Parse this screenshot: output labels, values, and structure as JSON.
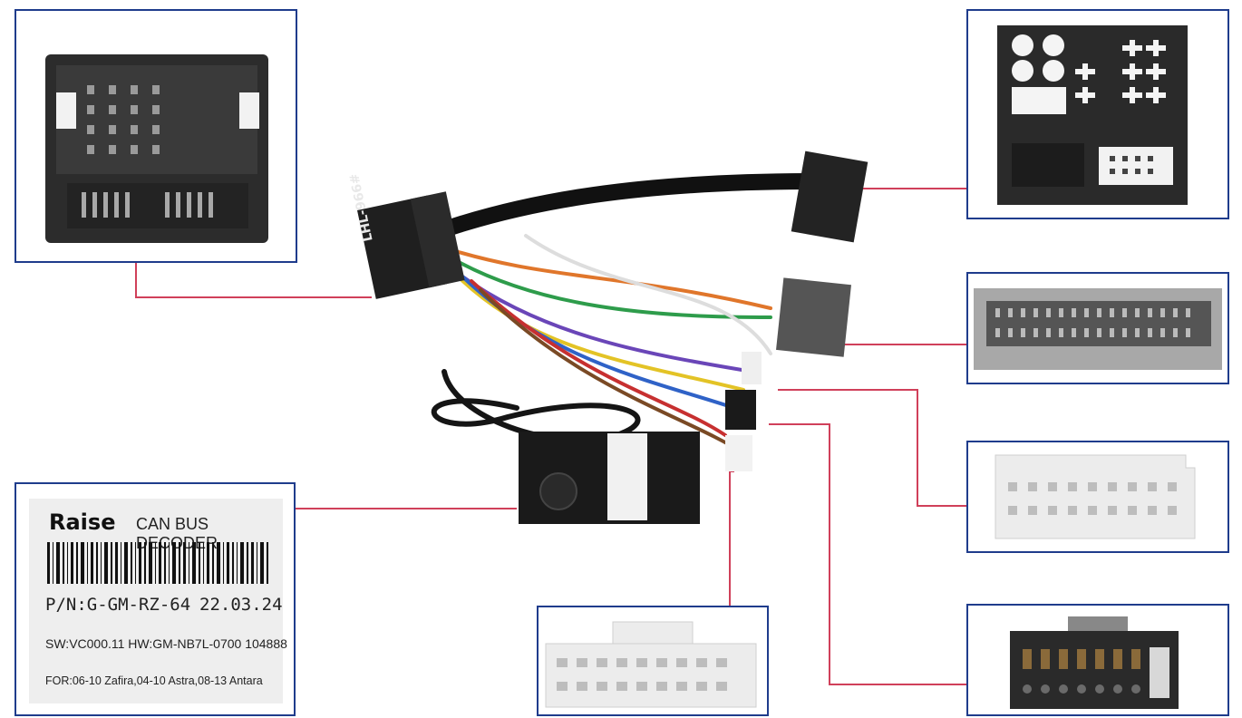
{
  "colors": {
    "panel_border": "#1f3c8c",
    "leader_line": "#d0405a",
    "connector_black": "#2b2b2b",
    "connector_grey": "#8f8f8f",
    "connector_white": "#f1f1f1"
  },
  "label": {
    "brand": "Raise",
    "product": "CAN BUS DECODER",
    "part_number": "P/N:G-GM-RZ-64",
    "date": "22.03.24",
    "versions": "SW:VC000.11 HW:GM-NB7L-0700 104888",
    "compatibility": "FOR:06-10 Zafira,04-10 Astra,08-13 Antara"
  },
  "harness": {
    "module_marking": "LHL-966#"
  }
}
